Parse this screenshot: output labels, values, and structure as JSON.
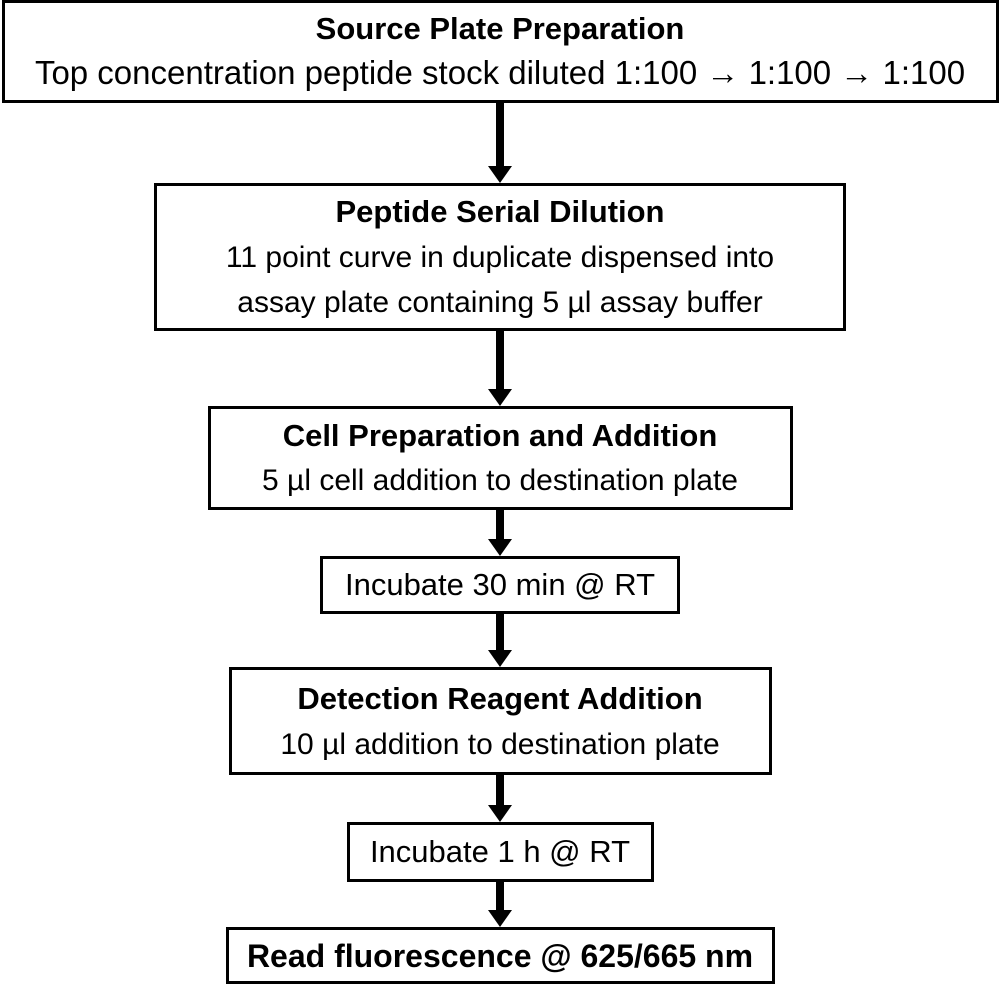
{
  "colors": {
    "ink": "#000000",
    "background": "#ffffff"
  },
  "steps": [
    {
      "title": "Source Plate Preparation",
      "lines": [
        "Top concentration peptide stock diluted 1:100 → 1:100 → 1:100"
      ]
    },
    {
      "title": "Peptide Serial Dilution",
      "lines": [
        "11 point curve in duplicate dispensed into",
        "assay plate containing 5 µl assay buffer"
      ]
    },
    {
      "title": "Cell Preparation and Addition",
      "lines": [
        "5 µl cell addition to destination plate"
      ]
    },
    {
      "title": "",
      "lines": [
        "Incubate 30 min @ RT"
      ]
    },
    {
      "title": "Detection Reagent Addition",
      "lines": [
        "10 µl addition to destination plate"
      ]
    },
    {
      "title": "",
      "lines": [
        "Incubate 1 h @ RT"
      ]
    },
    {
      "title": "",
      "lines": [
        "Read fluorescence @ 625/665 nm"
      ]
    }
  ]
}
